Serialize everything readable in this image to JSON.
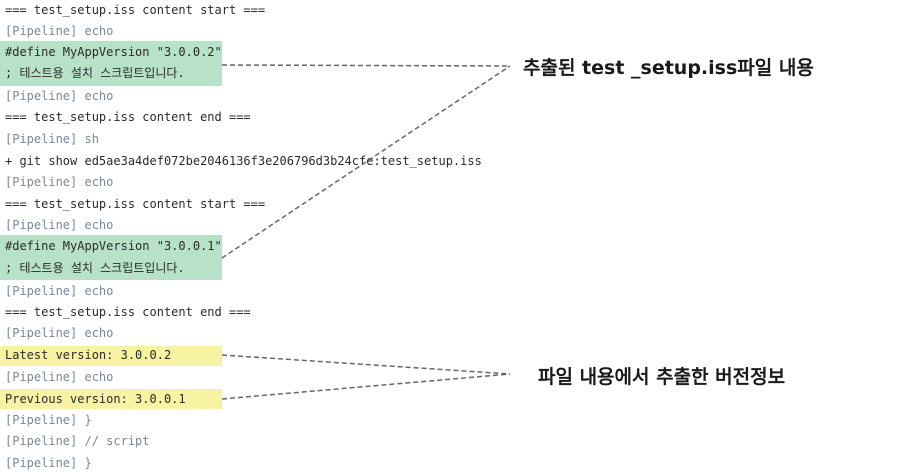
{
  "console": {
    "lines": [
      {
        "text": "=== test_setup.iss content start ===",
        "kind": "plain"
      },
      {
        "text": "[Pipeline] echo",
        "kind": "pipeline"
      },
      {
        "text": "#define MyAppVersion \"3.0.0.2\"",
        "kind": "plain"
      },
      {
        "text": "; 테스트용 설치 스크립트입니다.",
        "kind": "plain"
      },
      {
        "text": "[Pipeline] echo",
        "kind": "pipeline"
      },
      {
        "text": "=== test_setup.iss content end ===",
        "kind": "plain"
      },
      {
        "text": "[Pipeline] sh",
        "kind": "pipeline"
      },
      {
        "text": "+ git show ed5ae3a4def072be2046136f3e206796d3b24cfe:test_setup.iss",
        "kind": "plain"
      },
      {
        "text": "[Pipeline] echo",
        "kind": "pipeline"
      },
      {
        "text": "=== test_setup.iss content start ===",
        "kind": "plain"
      },
      {
        "text": "[Pipeline] echo",
        "kind": "pipeline"
      },
      {
        "text": "#define MyAppVersion \"3.0.0.1\"",
        "kind": "plain"
      },
      {
        "text": "; 테스트용 설치 스크립트입니다.",
        "kind": "plain"
      },
      {
        "text": "[Pipeline] echo",
        "kind": "pipeline"
      },
      {
        "text": "=== test_setup.iss content end ===",
        "kind": "plain"
      },
      {
        "text": "[Pipeline] echo",
        "kind": "pipeline"
      },
      {
        "text": "Latest version: 3.0.0.2",
        "kind": "plain"
      },
      {
        "text": "[Pipeline] echo",
        "kind": "pipeline"
      },
      {
        "text": "Previous version: 3.0.0.1",
        "kind": "plain"
      },
      {
        "text": "[Pipeline] }",
        "kind": "pipeline"
      },
      {
        "text": "[Pipeline] // script",
        "kind": "pipeline"
      },
      {
        "text": "[Pipeline] }",
        "kind": "pipeline"
      }
    ]
  },
  "annotations": {
    "extracted_content_label": "추출된 test _setup.iss파일 내용",
    "extracted_version_label": "파일 내용에서 추출한 버전정보"
  },
  "colors": {
    "content_highlight": "#b7e2c7",
    "version_highlight": "#f7f3a3",
    "pipeline_text": "#7b8897",
    "plain_text": "#2b2b2b",
    "connector": "#666666"
  }
}
